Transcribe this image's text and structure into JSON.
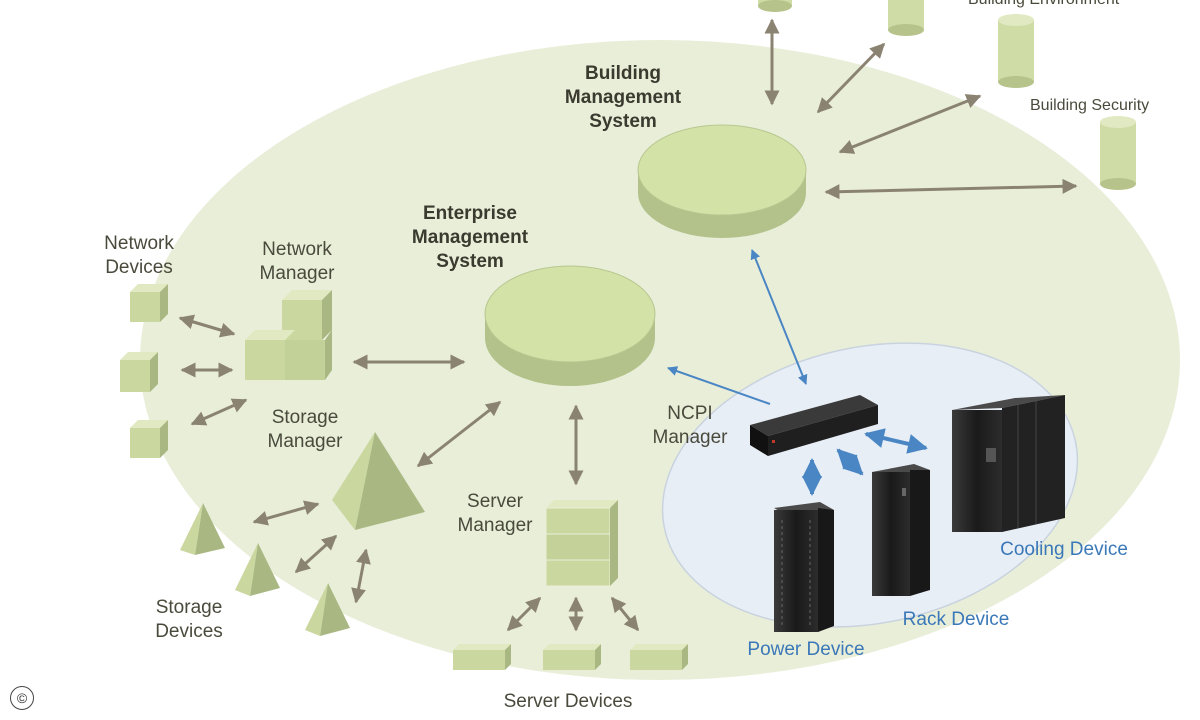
{
  "labels": {
    "building_environment": "Building Environment",
    "building_security": "Building Security",
    "building_management_system": "Building\nManagement\nSystem",
    "enterprise_management_system": "Enterprise\nManagement\nSystem",
    "network_devices": "Network\nDevices",
    "network_manager": "Network\nManager",
    "storage_manager": "Storage\nManager",
    "storage_devices": "Storage\nDevices",
    "server_manager": "Server\nManager",
    "server_devices": "Server Devices",
    "ncpi_manager": "NCPI\nManager",
    "cooling_device": "Cooling Device",
    "rack_device": "Rack Device",
    "power_device": "Power Device",
    "copyright": "©"
  },
  "colors": {
    "ellipse_fill": "#e9eed9",
    "node_top": "#d3e2a6",
    "node_side": "#b2c28a",
    "arrow_gray": "#8b8372",
    "arrow_blue": "#4a86c4",
    "inner_ellipse": "#e8eef6",
    "device_dark": "#1e1e1e",
    "blue_label": "#3a78b8"
  }
}
